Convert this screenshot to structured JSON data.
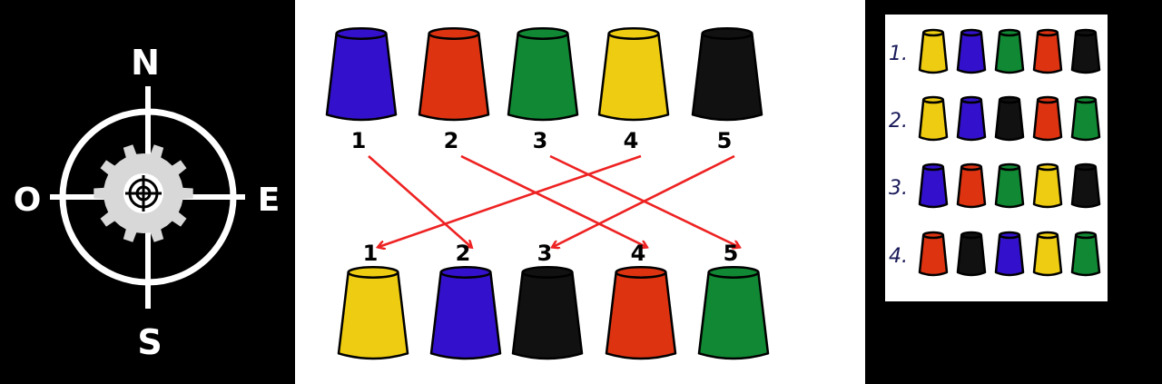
{
  "colors": {
    "blue": "#3311cc",
    "red": "#dd3311",
    "green": "#118833",
    "yellow": "#eecc11",
    "black": "#111111",
    "arrow": "#ee2222",
    "answer_label": "#1a1a5a",
    "gear": "#d8d8d8"
  },
  "compass": {
    "north": "N",
    "south": "S",
    "east": "E",
    "west": "O"
  },
  "puzzle": {
    "top_cups": [
      {
        "label": "1",
        "color": "blue"
      },
      {
        "label": "2",
        "color": "red"
      },
      {
        "label": "3",
        "color": "green"
      },
      {
        "label": "4",
        "color": "yellow"
      },
      {
        "label": "5",
        "color": "black"
      }
    ],
    "bottom_cups": [
      {
        "label": "1",
        "color": "yellow"
      },
      {
        "label": "2",
        "color": "blue"
      },
      {
        "label": "3",
        "color": "black"
      },
      {
        "label": "4",
        "color": "red"
      },
      {
        "label": "5",
        "color": "green"
      }
    ],
    "moves": [
      {
        "from": "1",
        "to": "2"
      },
      {
        "from": "2",
        "to": "4"
      },
      {
        "from": "3",
        "to": "5"
      },
      {
        "from": "4",
        "to": "1"
      },
      {
        "from": "5",
        "to": "3"
      }
    ]
  },
  "answers": [
    {
      "label": "1.",
      "cups": [
        "yellow",
        "blue",
        "green",
        "red",
        "black"
      ]
    },
    {
      "label": "2.",
      "cups": [
        "yellow",
        "blue",
        "black",
        "red",
        "green"
      ]
    },
    {
      "label": "3.",
      "cups": [
        "blue",
        "red",
        "green",
        "yellow",
        "black"
      ]
    },
    {
      "label": "4.",
      "cups": [
        "red",
        "black",
        "blue",
        "yellow",
        "green"
      ]
    }
  ]
}
